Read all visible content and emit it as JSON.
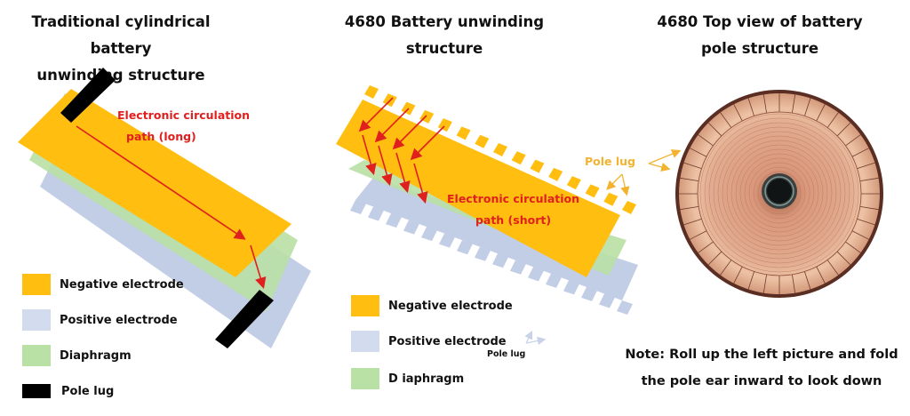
{
  "colors": {
    "negative": "#FFBE10",
    "positive": "#C2CDE6",
    "diaphragm": "#B9E0A5",
    "pole_lug": "#000000",
    "path_arrow": "#E0201E",
    "pole_lug_label": "#F2B430"
  },
  "left_panel": {
    "title_line1": "Traditional cylindrical battery",
    "title_line2": "unwinding structure",
    "path_label_line1": "Electronic circulation",
    "path_label_line2": "path (long)",
    "legend": [
      {
        "key": "negative",
        "label": "Negative electrode"
      },
      {
        "key": "positive",
        "label": "Positive electrode"
      },
      {
        "key": "diaphragm",
        "label": "Diaphragm"
      },
      {
        "key": "pole_lug",
        "label": "Pole lug"
      }
    ]
  },
  "middle_panel": {
    "title_line1": "4680 Battery unwinding",
    "title_line2": "structure",
    "path_label_line1": "Electronic circulation",
    "path_label_line2": "path (short)",
    "pole_lug_label": "Pole lug",
    "small_pole_lug_label": "Pole lug",
    "legend": [
      {
        "key": "negative",
        "label": "Negative electrode"
      },
      {
        "key": "positive",
        "label": "Positive electrode"
      },
      {
        "key": "diaphragm",
        "label": "D iaphragm"
      }
    ]
  },
  "right_panel": {
    "title_line1": "4680 Top view of battery",
    "title_line2": "pole structure",
    "note_line1": "Note: Roll up the left picture and fold",
    "note_line2": "the pole ear inward to look down"
  }
}
